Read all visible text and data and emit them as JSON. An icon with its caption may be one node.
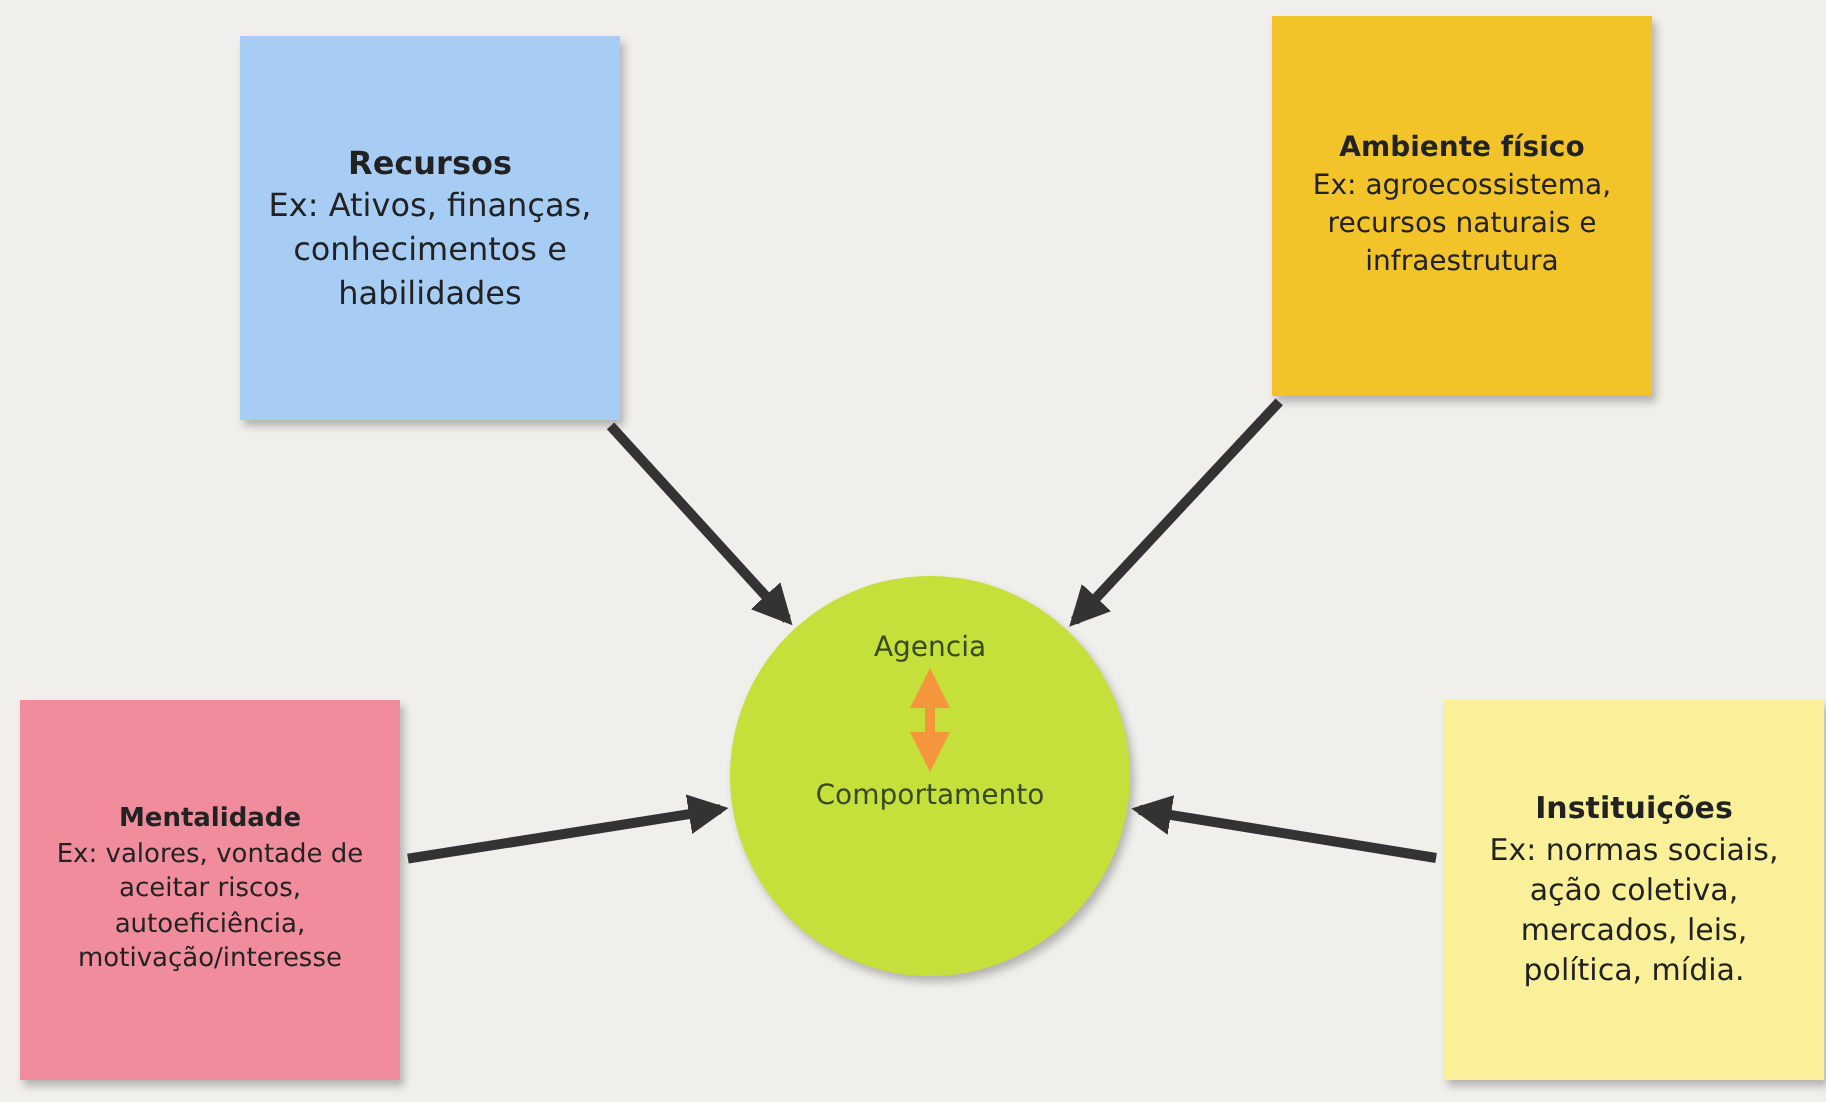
{
  "diagram": {
    "nodes": [
      {
        "text": [
          "Recursos",
          "Ex: Ativos, finanças, conhecimentos e habilidades"
        ]
      },
      {
        "text": [
          "Ambiente físico",
          "Ex: agroecossistema, recursos naturais e infraestrutura"
        ]
      },
      {
        "text": [
          "Mentalidade",
          "Ex: valores, vontade de aceitar riscos, autoeficiência, motivação/interesse"
        ]
      },
      {
        "text": [
          "Instituições",
          "Ex: normas sociais, ação coletiva, mercados, leis, política, mídia."
        ]
      },
      {
        "text": [],
        "shape": "circle"
      },
      {
        "text": [
          "Agencia"
        ],
        "in": 4
      },
      {
        "text": [
          "Comportamento"
        ],
        "in": 4
      }
    ],
    "edges": [
      {
        "from": 0,
        "to": 4,
        "arrow": "to"
      },
      {
        "from": 1,
        "to": 4,
        "arrow": "to"
      },
      {
        "from": 2,
        "to": 4,
        "arrow": "to"
      },
      {
        "from": 3,
        "to": 4,
        "arrow": "to"
      },
      {
        "from": 5,
        "to": 6,
        "arrow": "both",
        "color": "#f5963c"
      }
    ]
  }
}
